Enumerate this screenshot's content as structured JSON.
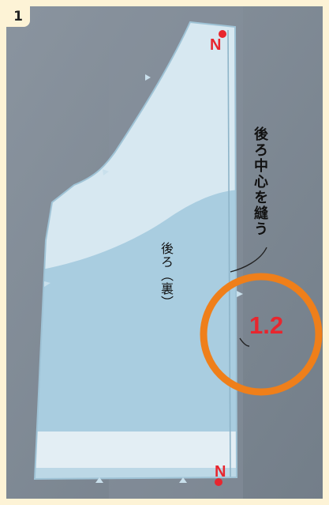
{
  "step": {
    "number": "1"
  },
  "labels": {
    "seam_instruction": "後ろ中心を縫う",
    "piece_name": "後ろ（裏）",
    "measurement": "1.2",
    "notch_top": "N",
    "notch_bottom": "N"
  },
  "colors": {
    "background_frame": "#fdf3d6",
    "tabletop": "#7f8a96",
    "fabric_light": "#d7e8f1",
    "fabric_mid": "#a9cde0",
    "fabric_band": "#e3eef4",
    "highlight_circle": "#ef7f1a",
    "accent_text": "#e8262e"
  },
  "icons": {
    "notch_pin_top": "red-pin-icon",
    "notch_pin_bottom": "red-pin-icon"
  }
}
